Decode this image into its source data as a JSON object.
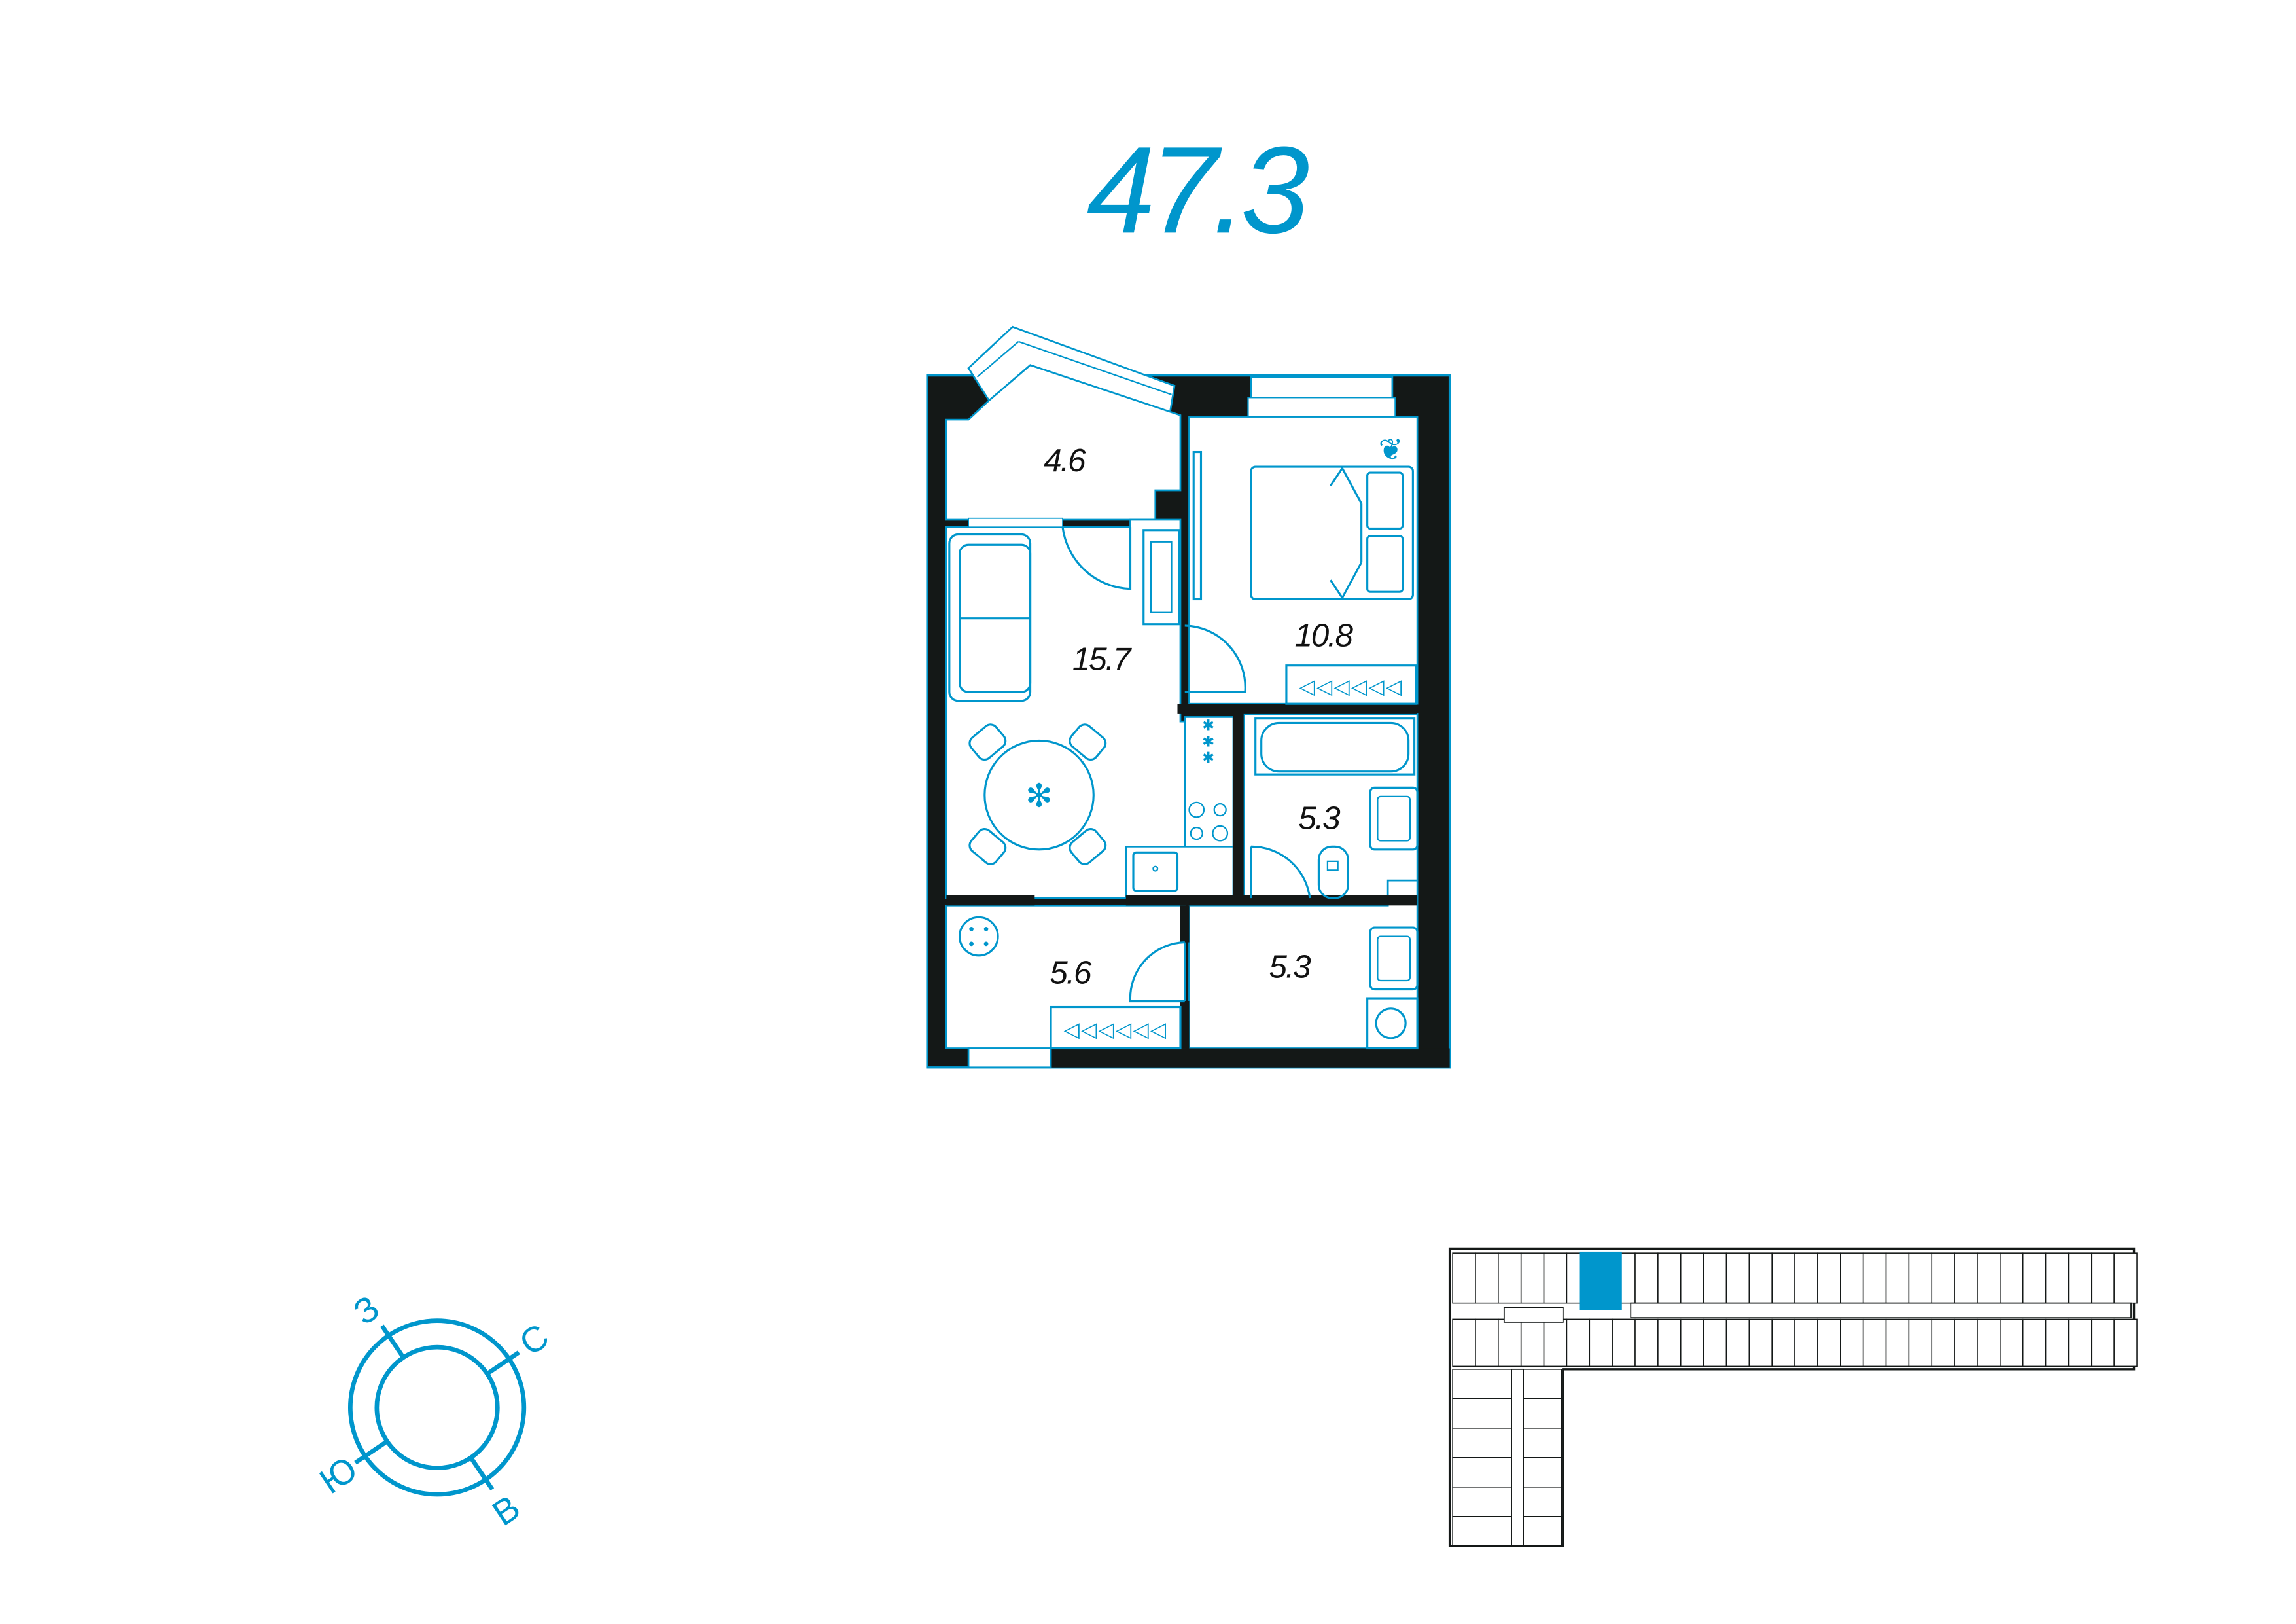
{
  "header": {
    "total_area": "47.3"
  },
  "rooms": [
    {
      "id": "loggia",
      "area": "4.6"
    },
    {
      "id": "living-kitchen",
      "area": "15.7"
    },
    {
      "id": "bedroom",
      "area": "10.8"
    },
    {
      "id": "bathroom",
      "area": "5.3"
    },
    {
      "id": "hallway",
      "area": "5.6"
    },
    {
      "id": "corridor-utility",
      "area": "5.3"
    }
  ],
  "compass": {
    "west": "З",
    "north": "С",
    "south": "Ю",
    "east": "В"
  },
  "colors": {
    "accent": "#0096CC",
    "wall": "#141817",
    "highlight": "#0096CC"
  }
}
